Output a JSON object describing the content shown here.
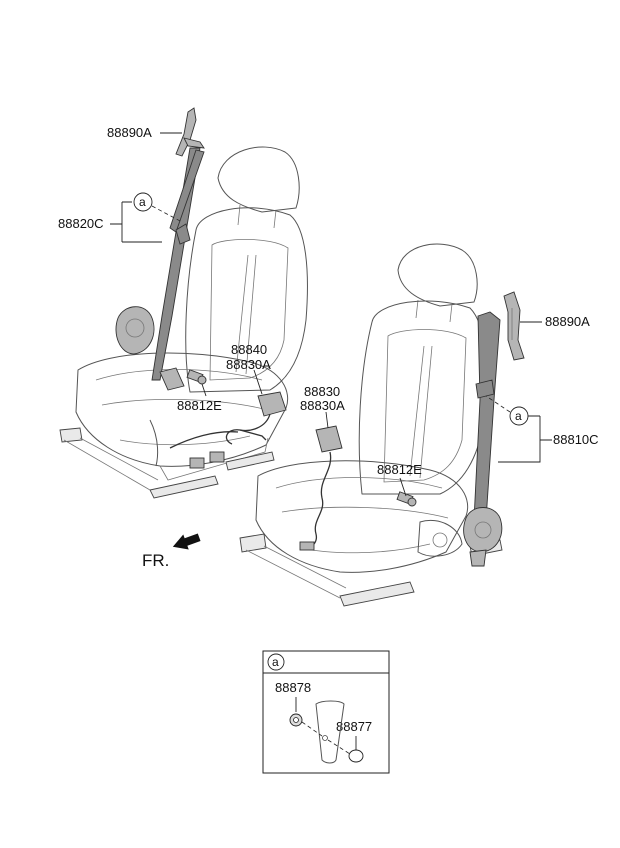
{
  "labels": {
    "guide_upper_left": "88890A",
    "belt_front_left": "88820C",
    "callout_a_left": "a",
    "buckle_left_1": "88840",
    "buckle_left_2": "88830A",
    "bolt_left": "88812E",
    "buckle_right_1": "88830",
    "buckle_right_2": "88830A",
    "bolt_right": "88812E",
    "guide_right": "88890A",
    "belt_front_right": "88810C",
    "callout_a_right": "a",
    "front_indicator": "FR."
  },
  "detail_box": {
    "header": "a",
    "part_1": "88878",
    "part_2": "88877"
  }
}
